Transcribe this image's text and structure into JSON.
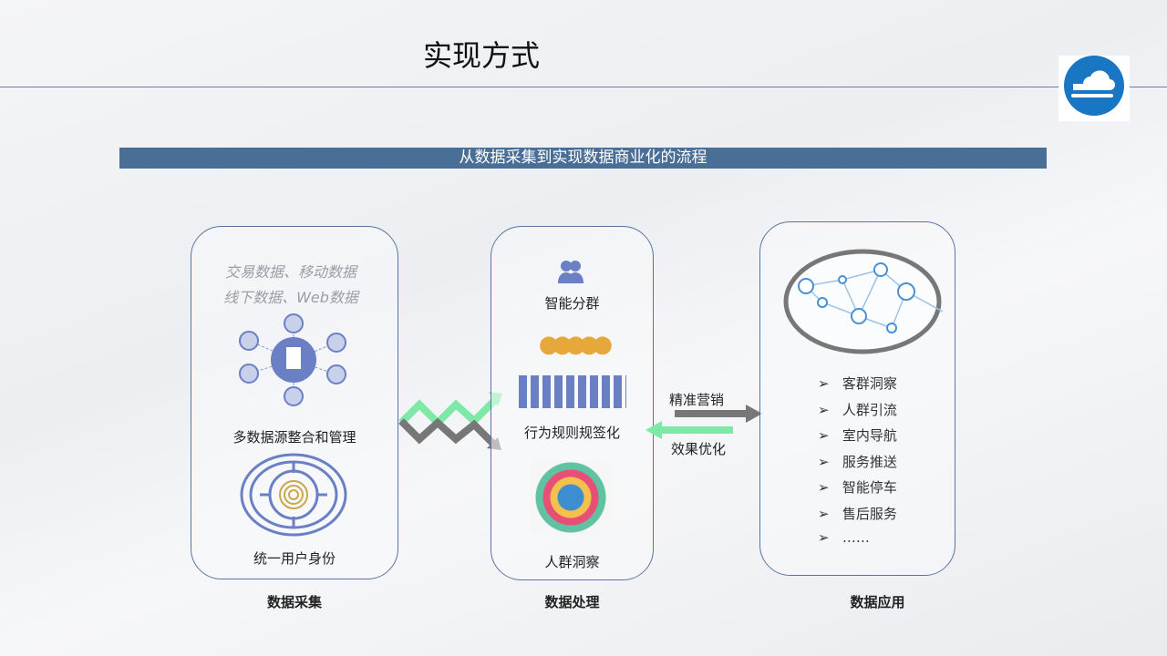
{
  "title": "实现方式",
  "banner": "从数据采集到实现数据商业化的流程",
  "col1": {
    "sources_line1": "交易数据、移动数据",
    "sources_line2": "线下数据、Web数据",
    "integration": "多数据源整合和管理",
    "identity": "统一用户身份",
    "caption": "数据采集"
  },
  "col2": {
    "clustering": "智能分群",
    "tagging": "行为规则规签化",
    "insight": "人群洞察",
    "caption": "数据处理"
  },
  "arrows": {
    "forward": "精准营销",
    "back": "效果优化"
  },
  "col3": {
    "items": [
      "客群洞察",
      "人群引流",
      "室内导航",
      "服务推送",
      "智能停车",
      "售后服务",
      "……"
    ],
    "caption": "数据应用"
  },
  "colors": {
    "accent": "#4a6f97",
    "icon": "#6b7fc4",
    "green": "#7ee8a6",
    "gray": "#777777"
  }
}
